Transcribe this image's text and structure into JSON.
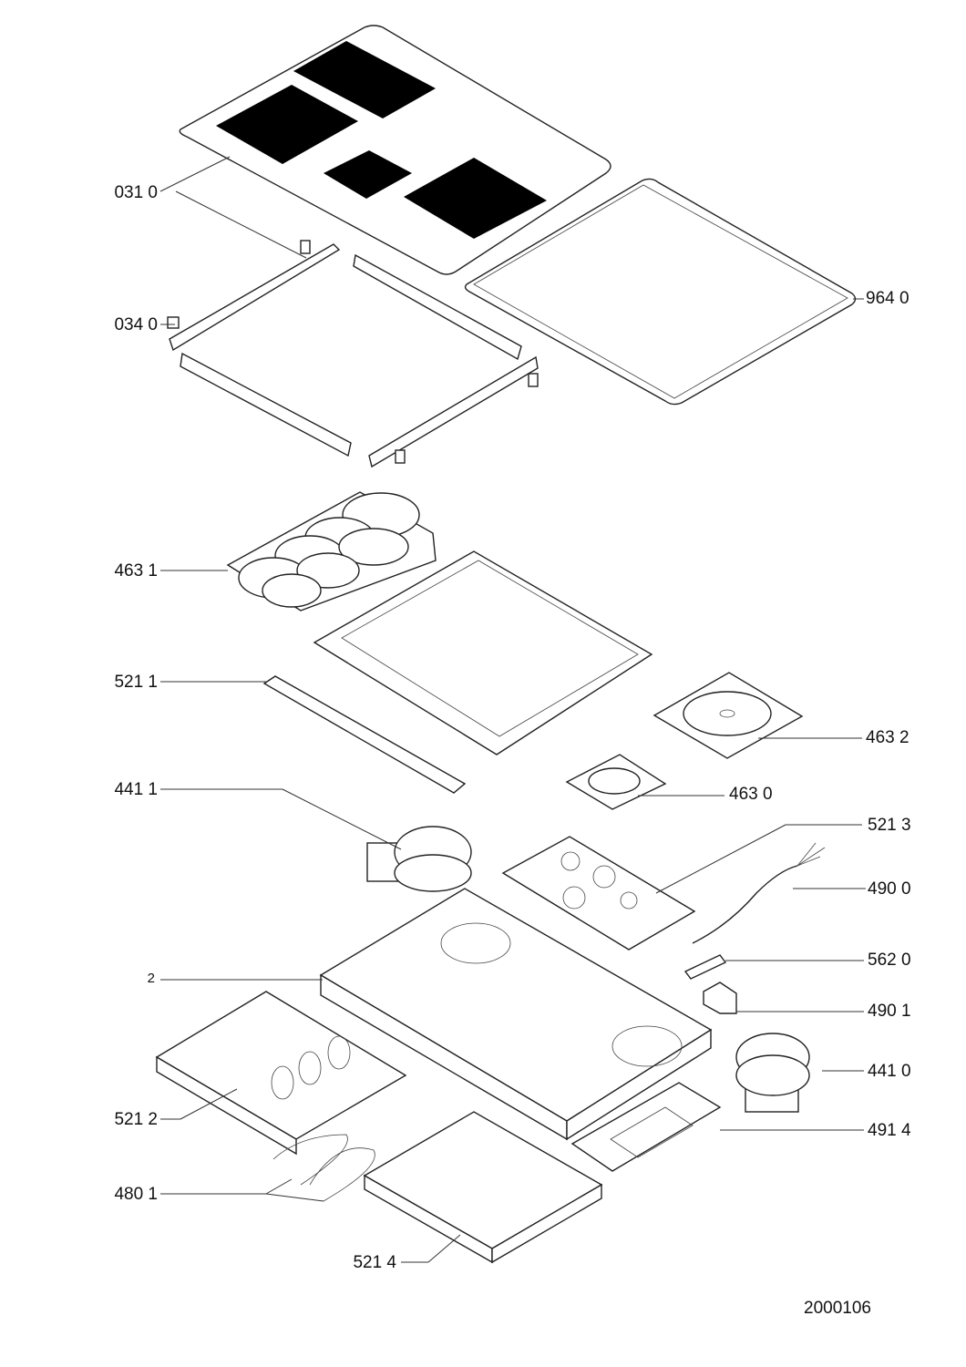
{
  "labels": {
    "l0310": "031 0",
    "l0340": "034 0",
    "l9640": "964 0",
    "l4631": "463 1",
    "l5211": "521 1",
    "l4632": "463 2",
    "l4630": "463 0",
    "l4411": "441 1",
    "l5213": "521 3",
    "l4900": "490 0",
    "l5620": "562 0",
    "l2": "2",
    "l4901": "490 1",
    "l4410": "441 0",
    "l5212": "521 2",
    "l4914": "491 4",
    "l4801": "480 1",
    "l5214": "521 4"
  },
  "drawing_number": "2000106",
  "colors": {
    "line": "#222222",
    "zone": "#000000",
    "background": "#ffffff"
  }
}
